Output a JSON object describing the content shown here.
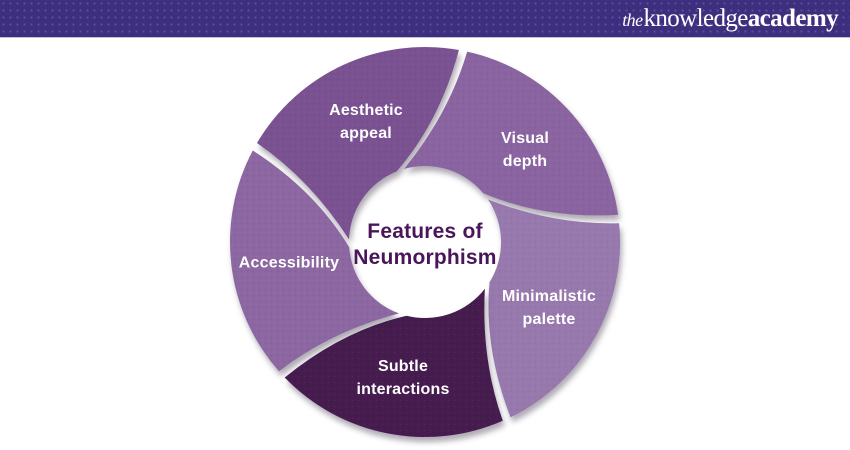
{
  "header": {
    "logo": {
      "part1": "the",
      "part2": "knowledge",
      "part3": "academy"
    },
    "bar_color": "#3e2e7e"
  },
  "diagram": {
    "title_line1": "Features of",
    "title_line2": "Neumorphism",
    "title_color": "#4a165a",
    "segments": [
      {
        "label": "Aesthetic appeal",
        "color": "#7a5191"
      },
      {
        "label": "Visual depth",
        "color": "#8a64a0"
      },
      {
        "label": "Minimalistic palette",
        "color": "#9879ae"
      },
      {
        "label": "Subtle interactions",
        "color": "#461c4f"
      },
      {
        "label": "Accessibility",
        "color": "#8c67a2"
      }
    ]
  }
}
